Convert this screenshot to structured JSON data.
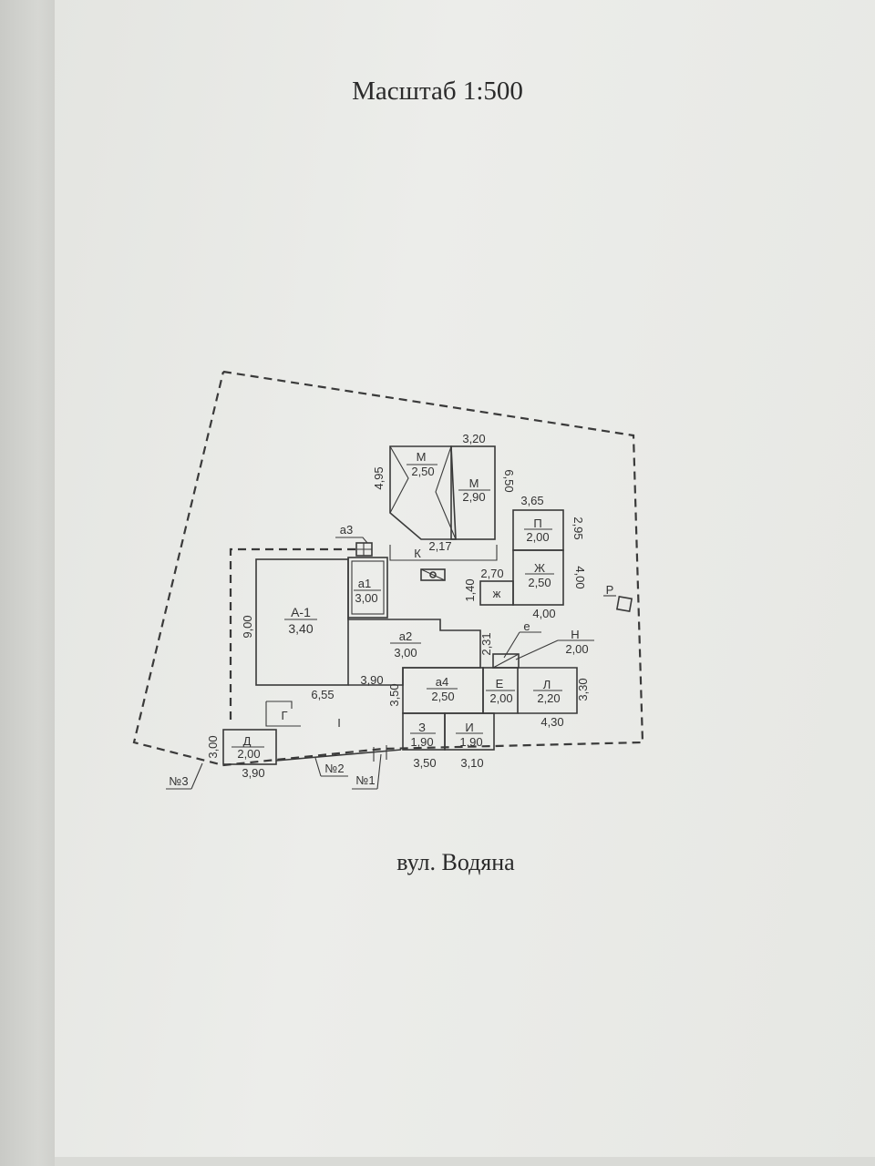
{
  "header": {
    "scale": "Масштаб 1:500"
  },
  "footer": {
    "street": "вул. Водяна"
  },
  "buildings": {
    "A1": {
      "name": "А-1",
      "height": "3,40"
    },
    "a1": {
      "name": "а1",
      "height": "3,00"
    },
    "a2": {
      "name": "а2",
      "height": "3,00"
    },
    "a3": {
      "name": "а3"
    },
    "a4": {
      "name": "а4",
      "height": "2,50"
    },
    "M1": {
      "name": "М",
      "height": "2,50"
    },
    "M2": {
      "name": "М",
      "height": "2,90"
    },
    "K": {
      "name": "К"
    },
    "P": {
      "name": "П",
      "height": "2,00"
    },
    "Zh": {
      "name": "Ж",
      "height": "2,50"
    },
    "zh": {
      "name": "ж"
    },
    "E": {
      "name": "Е",
      "height": "2,00"
    },
    "e": {
      "name": "е"
    },
    "L": {
      "name": "Л",
      "height": "2,20"
    },
    "N": {
      "name": "Н",
      "height": "2,00"
    },
    "Z": {
      "name": "З",
      "height": "1,90"
    },
    "I": {
      "name": "И",
      "height": "1,90"
    },
    "D": {
      "name": "Д",
      "height": "2,00"
    },
    "G": {
      "name": "Г"
    },
    "R": {
      "name": "Р"
    },
    "roman": {
      "name": "І"
    }
  },
  "dimensions": {
    "d320": "3,20",
    "d650": "6,50",
    "d495": "4,95",
    "d217": "2,17",
    "d365": "3,65",
    "d295": "2,95",
    "d400a": "4,00",
    "d400b": "4,00",
    "d140": "1,40",
    "d270": "2,70",
    "d231": "2,31",
    "d900": "9,00",
    "d655": "6,55",
    "d390a": "3,90",
    "d350a": "3,50",
    "d330": "3,30",
    "d430": "4,30",
    "d300": "3,00",
    "d390b": "3,90",
    "d350b": "3,50",
    "d310": "3,10"
  },
  "points": {
    "n1": "№1",
    "n2": "№2",
    "n3": "№3"
  }
}
